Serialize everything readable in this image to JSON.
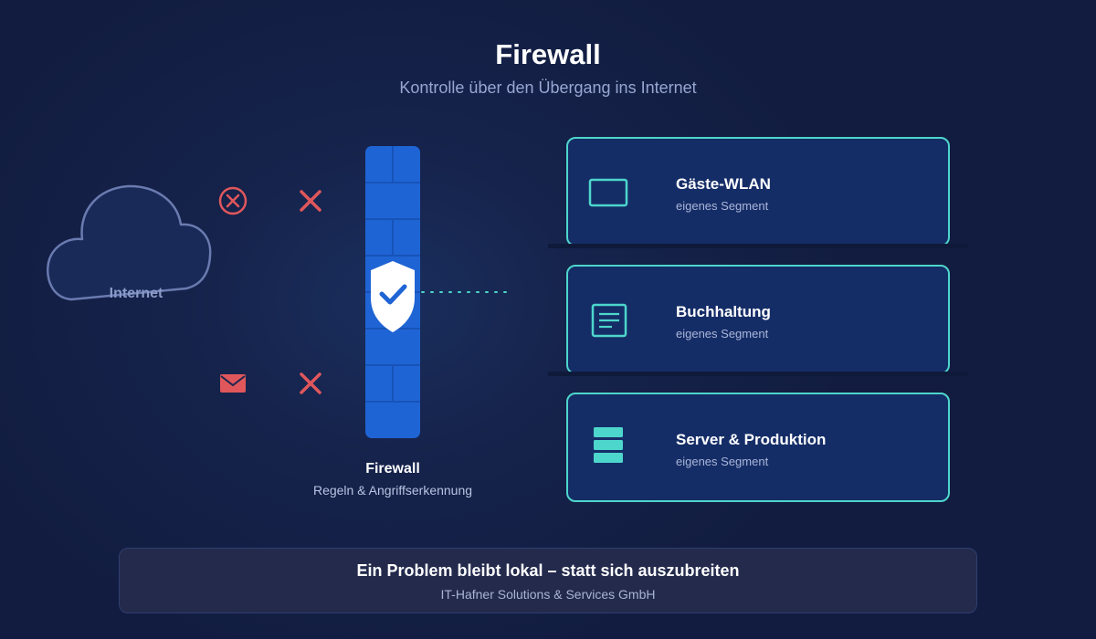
{
  "header": {
    "title": "Firewall",
    "subtitle": "Kontrolle über den Übergang ins Internet"
  },
  "internet": {
    "label": "Internet",
    "icon": "cloud-icon"
  },
  "threats": [
    {
      "icon": "blocked-circle-icon",
      "status_icon": "blocked-x-icon"
    },
    {
      "icon": "mail-icon",
      "status_icon": "blocked-x-icon"
    }
  ],
  "firewall": {
    "label": "Firewall",
    "description": "Regeln & Angriffserkennung",
    "icon": "shield-check-icon"
  },
  "segments": [
    {
      "name": "Gäste-WLAN",
      "description": "eigenes Segment",
      "icon": "monitor-icon"
    },
    {
      "name": "Buchhaltung",
      "description": "eigenes Segment",
      "icon": "document-icon"
    },
    {
      "name": "Server & Produktion",
      "description": "eigenes Segment",
      "icon": "server-icon"
    }
  ],
  "footer": {
    "title": "Ein Problem bleibt lokal – statt sich auszubreiten",
    "company": "IT-Hafner Solutions & Services GmbH"
  },
  "colors": {
    "background": "#15224a",
    "accent_teal": "#4dd6cb",
    "firewall_blue": "#1f64d4",
    "threat_red": "#e0575b",
    "cloud_fill": "#1a2a58",
    "cloud_stroke": "#6a7bb0"
  }
}
